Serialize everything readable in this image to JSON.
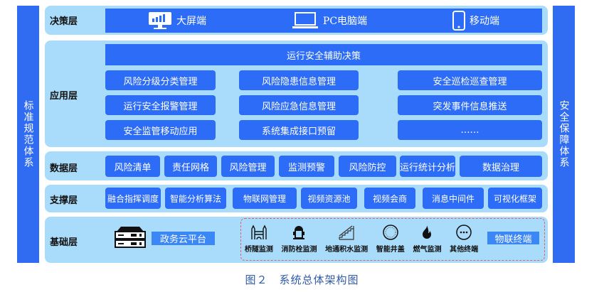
{
  "left_column": "标准规范体系",
  "right_column": "安全保障体系",
  "layers": {
    "decision": {
      "name": "决策层",
      "items": [
        "大屏端",
        "PC电脑端",
        "移动端"
      ]
    },
    "application": {
      "name": "应用层",
      "header": "运行安全辅助决策",
      "items": [
        "风险分级分类管理",
        "风险隐患信息管理",
        "安全巡检巡查管理",
        "运行安全报警管理",
        "风险应急信息管理",
        "突发事件信息推送",
        "安全监管移动应用",
        "系统集成接口预留",
        "……"
      ]
    },
    "data": {
      "name": "数据层",
      "items": [
        "风险清单",
        "责任网格",
        "风险管理",
        "监测预警",
        "风险防控",
        "运行统计分析",
        "数据治理"
      ]
    },
    "support": {
      "name": "支撑层",
      "items": [
        "融合指挥调度",
        "智能分析算法",
        "物联网管理",
        "视频资源池",
        "视频会商",
        "消息中间件",
        "可视化框架"
      ]
    },
    "base": {
      "name": "基础层",
      "platform": "政务云平台",
      "iot_label": "物联终端",
      "terminals": [
        "桥隧监测",
        "消防栓监测",
        "地通积水监测",
        "智能井盖",
        "燃气监测",
        "其他终端"
      ]
    }
  },
  "caption": "图２　系统总体架构图"
}
